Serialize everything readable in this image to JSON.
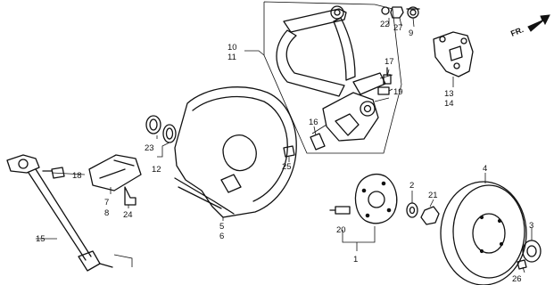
{
  "diagram": {
    "direction_label": "FR.",
    "callouts": {
      "c1": "1",
      "c2": "2",
      "c3": "3",
      "c4": "4",
      "c5": "5",
      "c6": "6",
      "c7": "7",
      "c8": "8",
      "c9": "9",
      "c10": "10",
      "c11": "11",
      "c12": "12",
      "c13": "13",
      "c14": "14",
      "c15": "15",
      "c16": "16",
      "c17": "17",
      "c18": "18",
      "c19": "19",
      "c20": "20",
      "c21": "21",
      "c22": "22",
      "c23": "23",
      "c24": "24",
      "c25": "25",
      "c26": "26",
      "c27": "27"
    }
  }
}
